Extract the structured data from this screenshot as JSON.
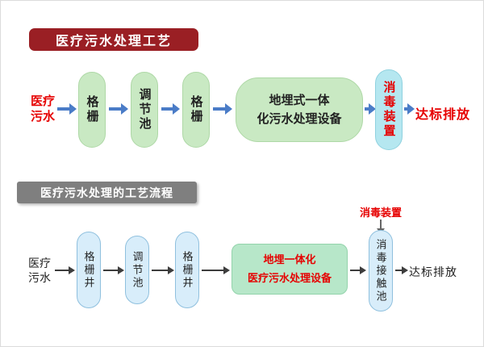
{
  "top_flow": {
    "title": "医疗污水处理工艺",
    "source": "医疗\n污水",
    "stages": [
      "格栅",
      "调节池",
      "格栅",
      "地埋式一体\n化污水处理设备",
      "消毒装置"
    ],
    "result": "达标排放"
  },
  "bottom_flow": {
    "title": "医疗污水处理的工艺流程",
    "disinfect_annotation": "消毒装置",
    "source": "医疗\n污水",
    "stages": [
      "格栅井",
      "调节池",
      "格栅井",
      "地埋一体化\n医疗污水处理设备",
      "消毒接触池"
    ],
    "result": "达标排放"
  },
  "colors": {
    "banner_red": "#9a1f24",
    "banner_gray": "#7f7f7f",
    "pill_green": "#c9e9c3",
    "pill_green_bd": "#aed8a6",
    "pill_cyan": "#b5e7f0",
    "pill_cyan_bd": "#8fd2df",
    "pill_blue": "#d8edfa",
    "pill_blue_bd": "#8fc0de",
    "box_green2": "#b7e7c9",
    "box_green2_bd": "#93d3ab",
    "arrow_blue": "#4a7cc7",
    "arrow_dark": "#3d3d3d",
    "text_red": "#e60000"
  }
}
